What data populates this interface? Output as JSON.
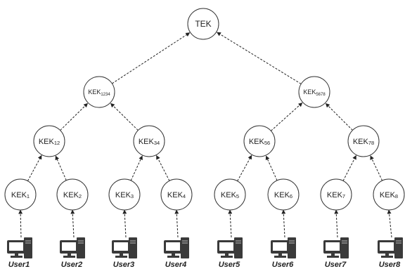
{
  "diagram": {
    "nodes": [
      {
        "id": "tek",
        "base": "TEK",
        "sub": ""
      },
      {
        "id": "kek1234",
        "base": "KEK",
        "sub": "1234"
      },
      {
        "id": "kek5678",
        "base": "KEK",
        "sub": "5678"
      },
      {
        "id": "kek12",
        "base": "KEK",
        "sub": "12"
      },
      {
        "id": "kek34",
        "base": "KEK",
        "sub": "34"
      },
      {
        "id": "kek56",
        "base": "KEK",
        "sub": "56"
      },
      {
        "id": "kek78",
        "base": "KEK",
        "sub": "78"
      },
      {
        "id": "kek1",
        "base": "KEK",
        "sub": "1"
      },
      {
        "id": "kek2",
        "base": "KEK",
        "sub": "2"
      },
      {
        "id": "kek3",
        "base": "KEK",
        "sub": "3"
      },
      {
        "id": "kek4",
        "base": "KEK",
        "sub": "4"
      },
      {
        "id": "kek5",
        "base": "KEK",
        "sub": "5"
      },
      {
        "id": "kek6",
        "base": "KEK",
        "sub": "6"
      },
      {
        "id": "kek7",
        "base": "KEK",
        "sub": "7"
      },
      {
        "id": "kek8",
        "base": "KEK",
        "sub": "8"
      }
    ],
    "edges": [
      [
        "kek1234",
        "tek"
      ],
      [
        "kek5678",
        "tek"
      ],
      [
        "kek12",
        "kek1234"
      ],
      [
        "kek34",
        "kek1234"
      ],
      [
        "kek56",
        "kek5678"
      ],
      [
        "kek78",
        "kek5678"
      ],
      [
        "kek1",
        "kek12"
      ],
      [
        "kek2",
        "kek12"
      ],
      [
        "kek3",
        "kek34"
      ],
      [
        "kek4",
        "kek34"
      ],
      [
        "kek5",
        "kek56"
      ],
      [
        "kek6",
        "kek56"
      ],
      [
        "kek7",
        "kek78"
      ],
      [
        "kek8",
        "kek78"
      ],
      [
        "user1",
        "kek1"
      ],
      [
        "user2",
        "kek2"
      ],
      [
        "user3",
        "kek3"
      ],
      [
        "user4",
        "kek4"
      ],
      [
        "user5",
        "kek5"
      ],
      [
        "user6",
        "kek6"
      ],
      [
        "user7",
        "kek7"
      ],
      [
        "user8",
        "kek8"
      ]
    ],
    "users": [
      {
        "id": "user1",
        "label": "User1",
        "icon": "computer-icon"
      },
      {
        "id": "user2",
        "label": "User2",
        "icon": "computer-icon"
      },
      {
        "id": "user3",
        "label": "User3",
        "icon": "computer-icon"
      },
      {
        "id": "user4",
        "label": "User4",
        "icon": "computer-icon"
      },
      {
        "id": "user5",
        "label": "User5",
        "icon": "computer-icon"
      },
      {
        "id": "user6",
        "label": "User6",
        "icon": "computer-icon"
      },
      {
        "id": "user7",
        "label": "User7",
        "icon": "computer-icon"
      },
      {
        "id": "user8",
        "label": "User8",
        "icon": "computer-icon"
      }
    ]
  }
}
